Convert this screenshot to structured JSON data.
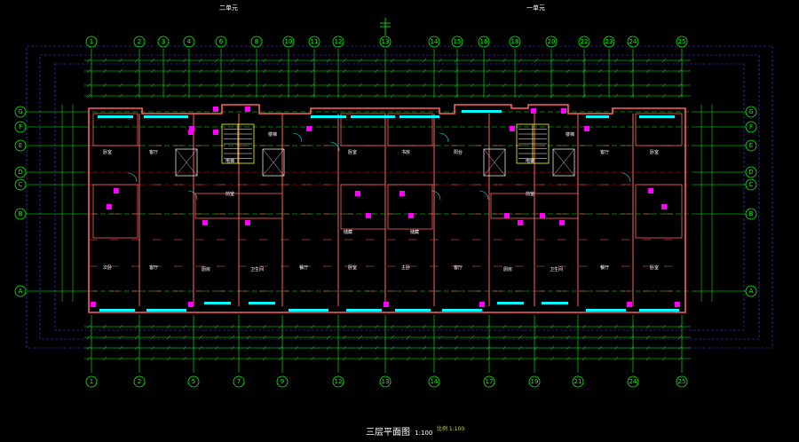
{
  "drawing": {
    "title": "三层平面图",
    "scale": "1:100",
    "unit_left": "二单元",
    "unit_right": "一单元",
    "scale_note": "比例 1:100"
  },
  "axes": {
    "top": [
      "1",
      "2",
      "3",
      "4",
      "6",
      "8",
      "10",
      "11",
      "12",
      "13",
      "14",
      "15",
      "16",
      "18",
      "20",
      "22",
      "23",
      "24",
      "25"
    ],
    "bottom": [
      "1",
      "2",
      "5",
      "7",
      "9",
      "12",
      "13",
      "14",
      "17",
      "19",
      "21",
      "24",
      "25"
    ],
    "left": [
      "G",
      "F",
      "E",
      "D",
      "C",
      "B",
      "A"
    ],
    "right": [
      "G",
      "F",
      "E",
      "D",
      "C",
      "B",
      "A"
    ]
  },
  "rooms": [
    "卧室",
    "客厅",
    "厨房",
    "卫生间",
    "餐厅",
    "主卧",
    "次卧",
    "书房",
    "阳台",
    "电梯",
    "楼梯",
    "前室",
    "储藏"
  ],
  "colors": {
    "background": "#000000",
    "axis_line": "#00ff00",
    "wall": "#ff6060",
    "dim_line": "#00ff00",
    "axis_red": "#ff0000",
    "window": "#00ffff",
    "fixture": "#ff00ff",
    "stair": "#ffff00",
    "border": "#4040ff",
    "text": "#ffffff"
  }
}
